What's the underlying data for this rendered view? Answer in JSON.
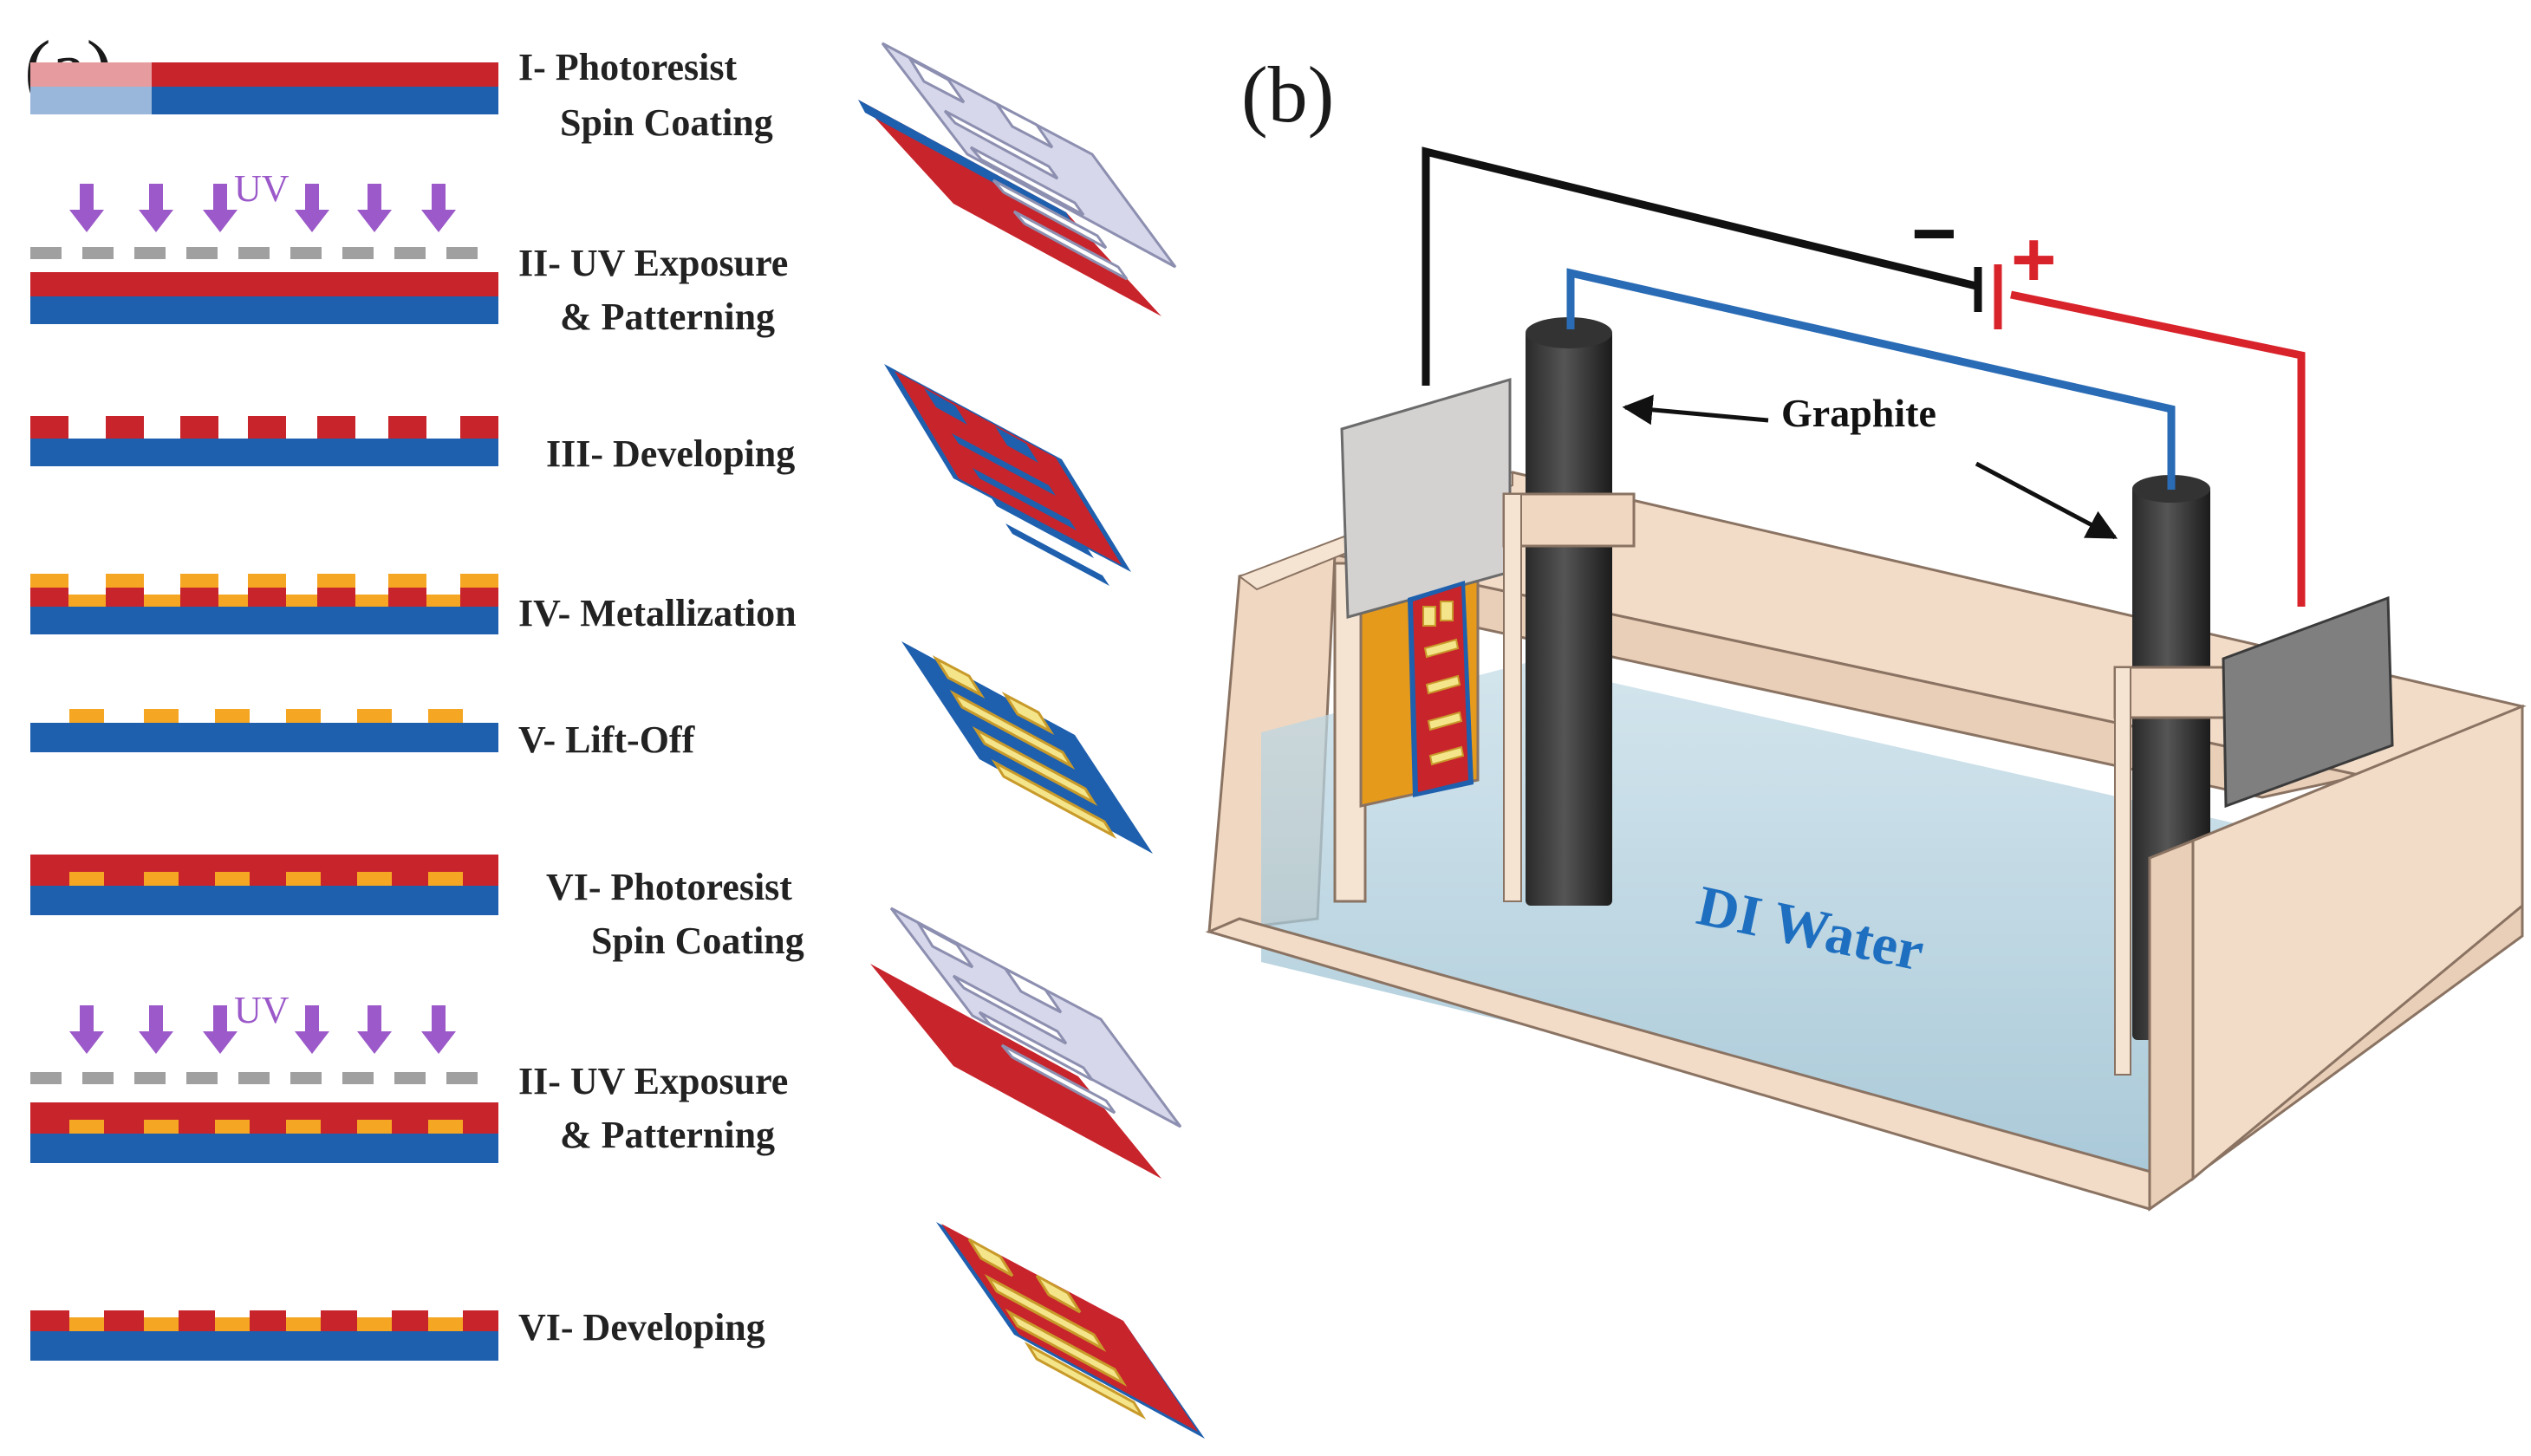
{
  "panels": {
    "a_label": "(a)",
    "b_label": "(b)"
  },
  "steps": [
    {
      "line1": "I- Photoresist",
      "line2": "Spin Coating"
    },
    {
      "line1": "II- UV Exposure",
      "line2": "& Patterning"
    },
    {
      "line1": "III- Developing",
      "line2": ""
    },
    {
      "line1": "IV- Metallization",
      "line2": ""
    },
    {
      "line1": "V- Lift-Off",
      "line2": ""
    },
    {
      "line1": "VI- Photoresist",
      "line2": "Spin Coating"
    },
    {
      "line1": "II- UV Exposure",
      "line2": "& Patterning"
    },
    {
      "line1": "VI- Developing",
      "line2": ""
    }
  ],
  "uv": {
    "label": "UV"
  },
  "setup": {
    "electrode_label": "Graphite",
    "water_label": "DI Water",
    "minus_sign": "−",
    "plus_sign": "+"
  },
  "colors": {
    "substrate": "#1e5fae",
    "photoresist": "#c8242c",
    "metal": "#f5a623",
    "mask": "#a0a0a0",
    "uv_arrow": "#9b59c9",
    "wire_negative": "#111111",
    "wire_blue": "#2a6bb5",
    "wire_positive": "#d9232b",
    "tank": "#f3dcc7",
    "water": "#a9c9d8"
  }
}
